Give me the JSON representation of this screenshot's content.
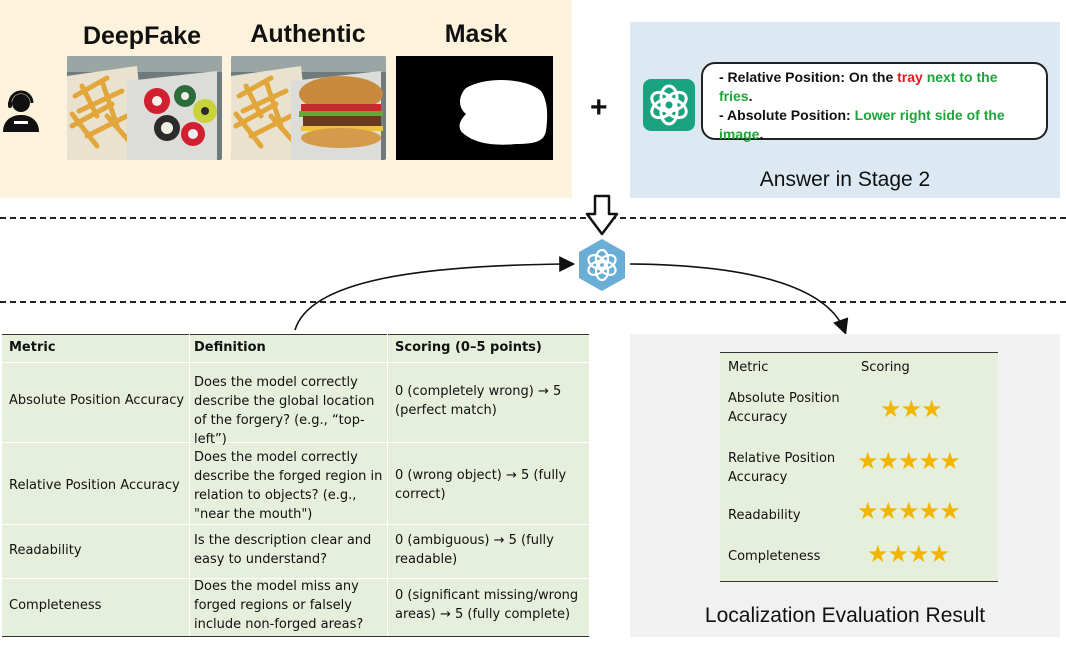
{
  "top_left": {
    "labels": [
      "DeepFake",
      "Authentic",
      "Mask"
    ],
    "user_icon": "user-headset-icon"
  },
  "top_right": {
    "answer": {
      "l1_a": "- Relative Position: On the ",
      "l1_red": "tray",
      "l1_green": " next to the fries",
      "l1_end": ".",
      "l2_a": "- Absolute Position: ",
      "l2_green": "Lower right side of the image",
      "l2_end": "."
    },
    "caption": "Answer in Stage 2",
    "icon": "chatgpt-logo-icon"
  },
  "plus": "+",
  "metric_table": {
    "headers": [
      "Metric",
      "Definition",
      "Scoring (0–5 points)"
    ],
    "rows": [
      {
        "metric": "Absolute Position Accuracy",
        "definition": "Does the model correctly describe the global location of the forgery? (e.g., “top-left”)",
        "scoring": "0 (completely wrong) → 5 (perfect match)"
      },
      {
        "metric": "Relative Position Accuracy",
        "definition": "Does the model correctly describe the forged region in relation to objects? (e.g., \"near the mouth\")",
        "scoring": "0 (wrong object) → 5 (fully correct)"
      },
      {
        "metric": "Readability",
        "definition": "Is the description clear and easy to understand?",
        "scoring": "0 (ambiguous) → 5 (fully readable)"
      },
      {
        "metric": "Completeness",
        "definition": "Does the model miss any forged regions or falsely include non-forged areas?",
        "scoring": "0 (significant missing/wrong areas) → 5 (fully complete)"
      }
    ]
  },
  "score_table": {
    "headers": [
      "Metric",
      "Scoring"
    ],
    "rows": [
      {
        "metric": "Absolute Position Accuracy",
        "stars": 3
      },
      {
        "metric": "Relative Position Accuracy",
        "stars": 5
      },
      {
        "metric": "Readability",
        "stars": 5
      },
      {
        "metric": "Completeness",
        "stars": 4
      }
    ]
  },
  "result_caption": "Localization Evaluation Result",
  "colors": {
    "red": "#e41a1c",
    "green": "#1fa33b",
    "star": "#f2b600",
    "gpt": "#19a37e",
    "hex": "#6aaed6"
  }
}
